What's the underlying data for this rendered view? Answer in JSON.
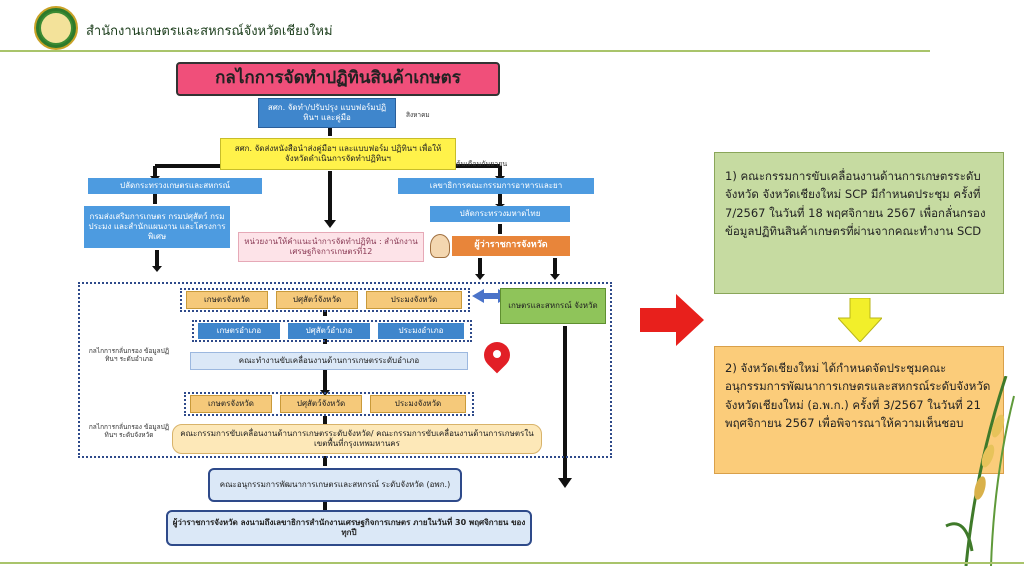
{
  "header": {
    "org_name": "สำนักงานเกษตรและสหกรณ์จังหวัดเชียงใหม่"
  },
  "flowchart": {
    "title": "กลไกการจัดทำปฏิทินสินค้าเกษตร",
    "box_scp": "สศก. จัดทำ/ปรับปรุง แบบฟอร์มปฏิทินฯ และคู่มือ",
    "note_aug": "สิงหาคม",
    "box_send": "สศก. จัดส่งหนังสือนำส่งคู่มือฯ และแบบฟอร์ม ปฏิทินฯ เพื่อให้จังหวัดดำเนินการจัดทำปฏิทินฯ",
    "note_sep": "ต้นเดือนกันยายน",
    "box_moac": "ปลัดกระทรวงเกษตรและสหกรณ์",
    "box_food": "เลขาธิการคณะกรรมการอาหารและยา",
    "box_depts": "กรมส่งเสริมการเกษตร กรมปศุสัตว์ กรมประมง และสำนักแผนงาน และโครงการพิเศษ",
    "box_moi": "ปลัดกระทรวงมหาดไทย",
    "box_advisor": "หน่วยงานให้คำแนะนำการจัดทำปฏิทิน : สำนักงานเศรษฐกิจการเกษตรที่12",
    "box_governor": "ผู้ว่าราชการจังหวัด",
    "prov_row": [
      "เกษตรจังหวัด",
      "ปศุสัตว์จังหวัด",
      "ประมงจังหวัด"
    ],
    "box_prov_office": "เกษตรและสหกรณ์ จังหวัด",
    "district_row": [
      "เกษตรอำเภอ",
      "ปศุสัตว์อำเภอ",
      "ประมงอำเภอ"
    ],
    "note_district": "กลไกการกลั่นกรอง ข้อมูลปฏิทินฯ ระดับอำเภอ",
    "box_district_committee": "คณะทำงานขับเคลื่อนงานด้านการเกษตรระดับอำเภอ",
    "prov_row2": [
      "เกษตรจังหวัด",
      "ปศุสัตว์จังหวัด",
      "ประมงจังหวัด"
    ],
    "note_province": "กลไกการกลั่นกรอง ข้อมูลปฏิทินฯ ระดับจังหวัด",
    "box_prov_committee": "คณะกรรมการขับเคลื่อนงานด้านการเกษตรระดับจังหวัด/ คณะกรรมการขับเคลื่อนงานด้านการเกษตรในเขตพื้นที่กรุงเทพมหานคร",
    "box_opk": "คณะอนุกรรมการพัฒนาการเกษตรและสหกรณ์ ระดับจังหวัด (อพก.)",
    "box_final": "ผู้ว่าราชการจังหวัด ลงนามถึงเลขาธิการสำนักงานเศรษฐกิจการเกษตร ภายในวันที่ 30 พฤศจิกายน ของทุกปี"
  },
  "side": {
    "step1": "1) คณะกรรมการขับเคลื่อนงานด้านการเกษตรระดับจังหวัด จังหวัดเชียงใหม่ SCP มีกำหนดประชุม ครั้งที่ 7/2567 ในวันที่ 18 พฤศจิกายน 2567 เพื่อกลั่นกรองข้อมูลปฏิทินสินค้าเกษตรที่ผ่านจากคณะทำงาน SCD",
    "step2": "2) จังหวัดเชียงใหม่ ได้กำหนดจัดประชุมคณะอนุกรรมการพัฒนาการเกษตรและสหกรณ์ระดับจังหวัด จังหวัดเชียงใหม่ (อ.พ.ก.) ครั้งที่ 3/2567 ในวันที่ 21 พฤศจิกายน 2567 เพื่อพิจารณาให้ความเห็นชอบ"
  },
  "colors": {
    "title_bg": "#f04f7a",
    "blue_box": "#3f86cc",
    "yellow_box": "#fff24a",
    "orange_box": "#f5c97a",
    "green_box": "#8fc45a",
    "red_arrow": "#e8201c",
    "yellow_arrow": "#f2ef2a"
  },
  "icons": [
    "location-pin-icon",
    "person-avatar-icon",
    "wheat-decoration-icon",
    "logo-emblem"
  ]
}
